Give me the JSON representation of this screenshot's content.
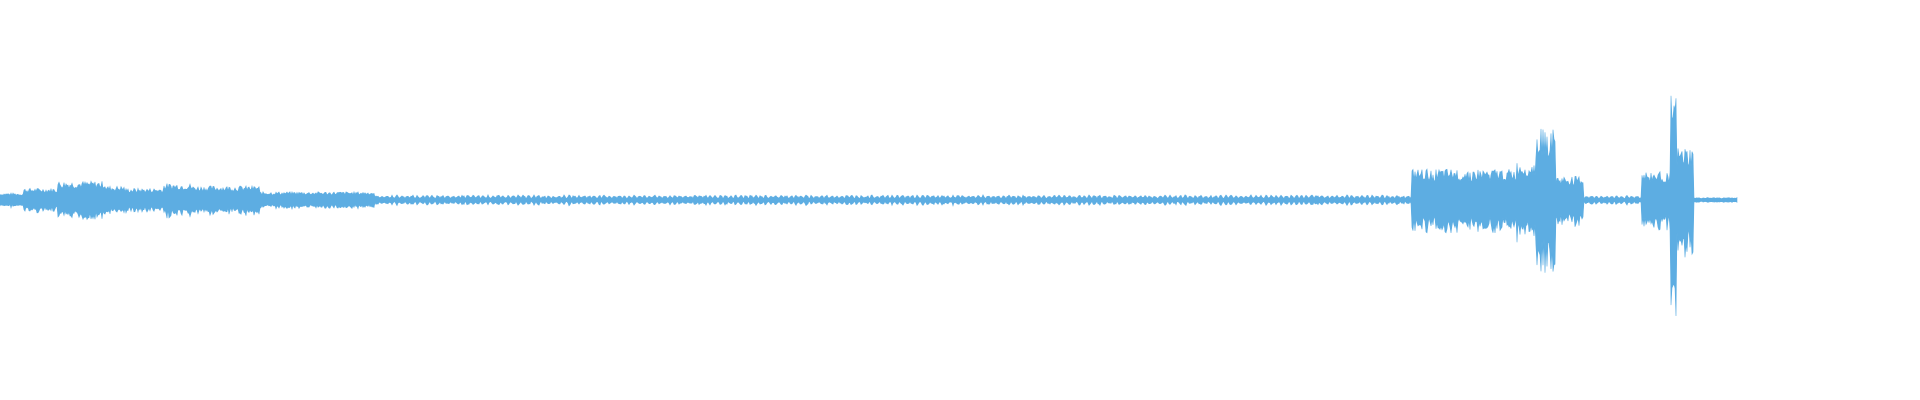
{
  "waveform": {
    "color": "#5dade2",
    "background": "#ffffff",
    "segments": [
      {
        "start": 0.0,
        "end": 0.012,
        "amp": 0.03
      },
      {
        "start": 0.012,
        "end": 0.03,
        "amp": 0.05
      },
      {
        "start": 0.03,
        "end": 0.055,
        "amp": 0.08
      },
      {
        "start": 0.055,
        "end": 0.065,
        "amp": 0.06
      },
      {
        "start": 0.065,
        "end": 0.085,
        "amp": 0.05
      },
      {
        "start": 0.085,
        "end": 0.1,
        "amp": 0.07
      },
      {
        "start": 0.1,
        "end": 0.135,
        "amp": 0.06
      },
      {
        "start": 0.135,
        "end": 0.195,
        "amp": 0.035
      },
      {
        "start": 0.195,
        "end": 0.735,
        "amp": 0.022,
        "pulsed": true
      },
      {
        "start": 0.735,
        "end": 0.79,
        "amp": 0.13
      },
      {
        "start": 0.79,
        "end": 0.8,
        "amp": 0.16
      },
      {
        "start": 0.8,
        "end": 0.81,
        "amp": 0.3
      },
      {
        "start": 0.81,
        "end": 0.825,
        "amp": 0.1
      },
      {
        "start": 0.825,
        "end": 0.855,
        "amp": 0.02,
        "pulsed": true
      },
      {
        "start": 0.855,
        "end": 0.87,
        "amp": 0.12
      },
      {
        "start": 0.87,
        "end": 0.873,
        "amp": 0.44
      },
      {
        "start": 0.873,
        "end": 0.882,
        "amp": 0.22
      },
      {
        "start": 0.882,
        "end": 0.905,
        "amp": 0.01
      }
    ]
  }
}
